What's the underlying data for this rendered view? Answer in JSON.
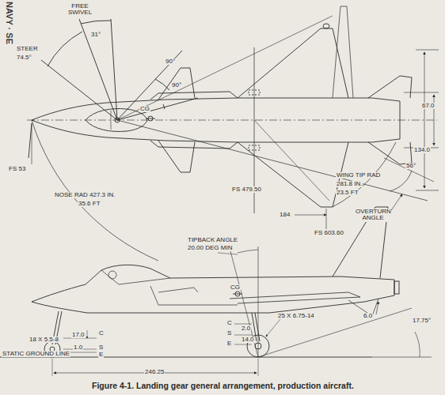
{
  "diagram": {
    "caption": "Figure 4-1. Landing gear general arrangement, production aircraft.",
    "labels": [
      "NAVY · SE",
      "FREE SWIVEL",
      "31°",
      "STEER",
      "74.5°",
      "90°",
      "90°",
      "CG",
      "67.0",
      "134.0",
      "FS 53",
      "NOSE RAD 427.3 IN.",
      "35.6 FT",
      "FS 479.50",
      "WING TIP RAD",
      "281.8 IN.",
      "23.5 FT",
      "56°",
      "OVERTURN ANGLE",
      "184",
      "FS 603.60",
      "TIPBACK ANGLE",
      "20.00 DEG MIN",
      "CG",
      "18 X 5.5-8",
      "17.0",
      "C",
      "1.0",
      "S",
      "E",
      "C",
      "S",
      "2.0",
      "E",
      "14.0",
      "25 X 6.75-14",
      "6.0",
      "17.75°",
      "STATIC GROUND LINE",
      "246.25"
    ]
  }
}
